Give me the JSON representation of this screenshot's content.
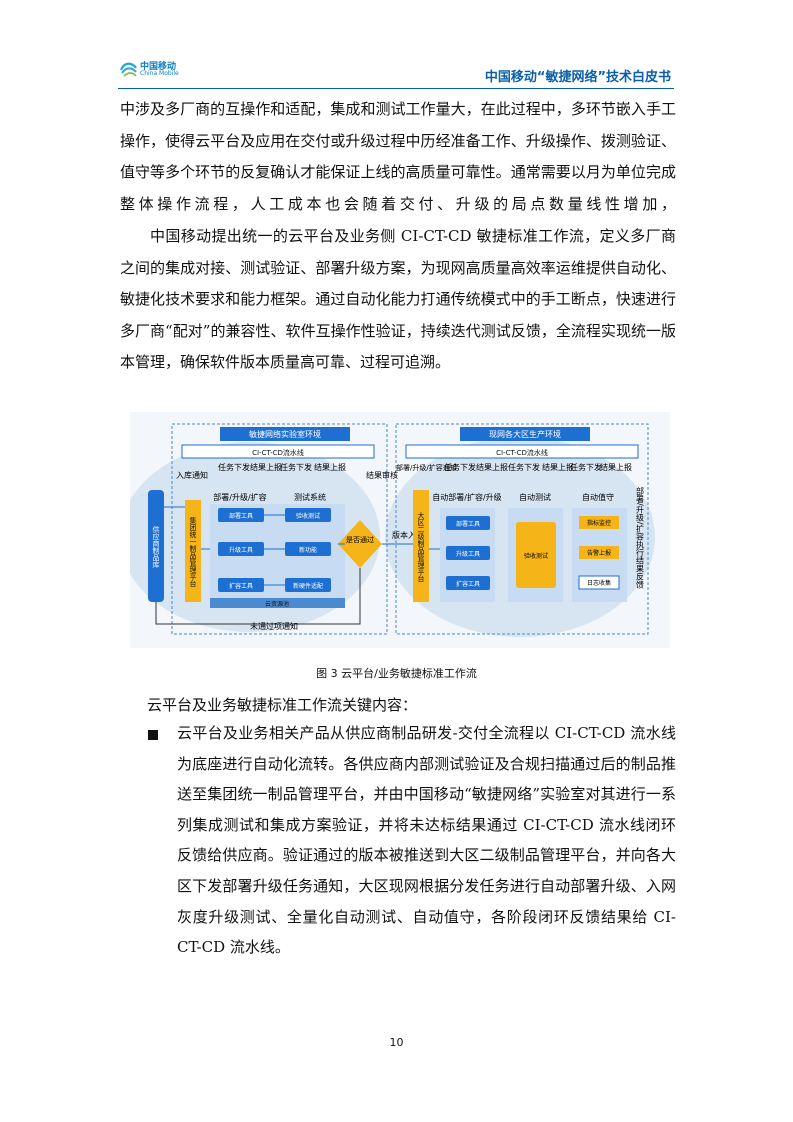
{
  "header": {
    "logo_cn": "中国移动",
    "logo_en": "China Mobile",
    "doc_title": "中国移动“敏捷网络”技术白皮书"
  },
  "body": {
    "para1": "中涉及多厂商的互操作和适配，集成和测试工作量大，在此过程中，多环节嵌入手工操作，使得云平台及应用在交付或升级过程中历经准备工作、升级操作、拨测验证、值守等多个环节的反复确认才能保证上线的高质量可靠性。通常需要以月为单位完成整体操作流程，人工成本也会随着交付、升级的局点数量线性增加，",
    "para2": "中国移动提出统一的云平台及业务侧 CI-CT-CD 敏捷标准工作流，定义多厂商之间的集成对接、测试验证、部署升级方案，为现网高质量高效率运维提供自动化、敏捷化技术要求和能力框架。通过自动化能力打通传统模式中的手工断点，快速进行多厂商“配对”的兼容性、软件互操作性验证，持续迭代测试反馈，全流程实现统一版本管理，确保软件版本质量高可靠、过程可追溯。"
  },
  "figure": {
    "left_env": "敏捷网络实验室环境",
    "right_env": "现网各大区生产环境",
    "pipeline": "CI-CT-CD流水线",
    "supplier": "供应商制品库",
    "group_platform": "集团统一制品管理平台",
    "region_platform": "大区二级制品管理平台",
    "deploy_group": "部署/升级/扩容",
    "test_group": "测试系统",
    "auto_deploy": "自动部署/扩容/升级",
    "auto_test": "自动测试",
    "auto_watch": "自动值守",
    "tools": [
      "部署工具",
      "升级工具",
      "扩容工具"
    ],
    "tests": [
      "验收测试",
      "新功能",
      "新硬件适配"
    ],
    "region_tools": [
      "部署工具",
      "升级工具",
      "扩容工具"
    ],
    "acceptance": "验收测试",
    "watch_items": [
      "指标监控",
      "告警上报",
      "日志收集"
    ],
    "cloud_env": "云资源池",
    "decision": "是否通过",
    "arrow_labels": {
      "ruku": "入库通知",
      "task1": "任务下发",
      "report1": "结果上报",
      "task2": "任务下发",
      "report2": "结果上报",
      "review": "结果审核",
      "version_in": "版本入库",
      "deploy_notice": "部署/升级/扩容通知",
      "task3": "任务下发",
      "report3": "结果上报",
      "task4": "任务下发",
      "report4": "结果上报",
      "task5": "任务下发",
      "report5": "结果上报",
      "feedback": "部署/升级/扩容执行结果反馈",
      "fail": "未通过项通知"
    }
  },
  "caption": "图 3  云平台/业务敏捷标准工作流",
  "lead": "云平台及业务敏捷标准工作流关键内容：",
  "bullet": "云平台及业务相关产品从供应商制品研发-交付全流程以 CI-CT-CD 流水线为底座进行自动化流转。各供应商内部测试验证及合规扫描通过后的制品推送至集团统一制品管理平台，并由中国移动“敏捷网络”实验室对其进行一系列集成测试和集成方案验证，并将未达标结果通过 CI-CT-CD 流水线闭环反馈给供应商。验证通过的版本被推送到大区二级制品管理平台，并向各大区下发部署升级任务通知，大区现网根据分发任务进行自动部署升级、入网灰度升级测试、全量化自动测试、自动值守，各阶段闭环反馈结果给 CI-CT-CD 流水线。",
  "page_number": "10",
  "colors": {
    "blue": "#1d6fd1",
    "orange": "#f5b417",
    "brand": "#0a5fa8"
  }
}
